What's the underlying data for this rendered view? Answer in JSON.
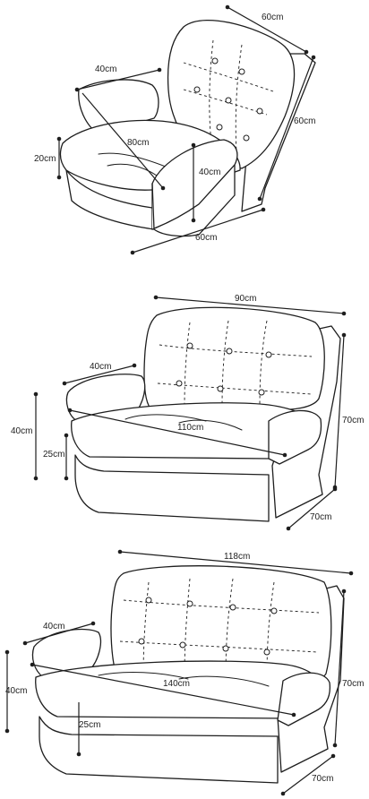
{
  "diagram": {
    "single_chair": {
      "backrest_width": "60cm",
      "backrest_height": "60cm",
      "armrest_length": "40cm",
      "seat_depth": "80cm",
      "seat_height": "20cm",
      "arm_height": "40cm",
      "base_width": "60cm"
    },
    "two_seat": {
      "backrest_width": "90cm",
      "armrest_length": "40cm",
      "overall_width": "110cm",
      "total_height": "40cm",
      "seat_height": "25cm",
      "side_height": "70cm",
      "depth": "70cm"
    },
    "three_seat": {
      "backrest_width": "118cm",
      "armrest_length": "40cm",
      "overall_width": "140cm",
      "total_height": "40cm",
      "seat_height": "25cm",
      "side_height": "70cm",
      "depth": "70cm"
    }
  }
}
